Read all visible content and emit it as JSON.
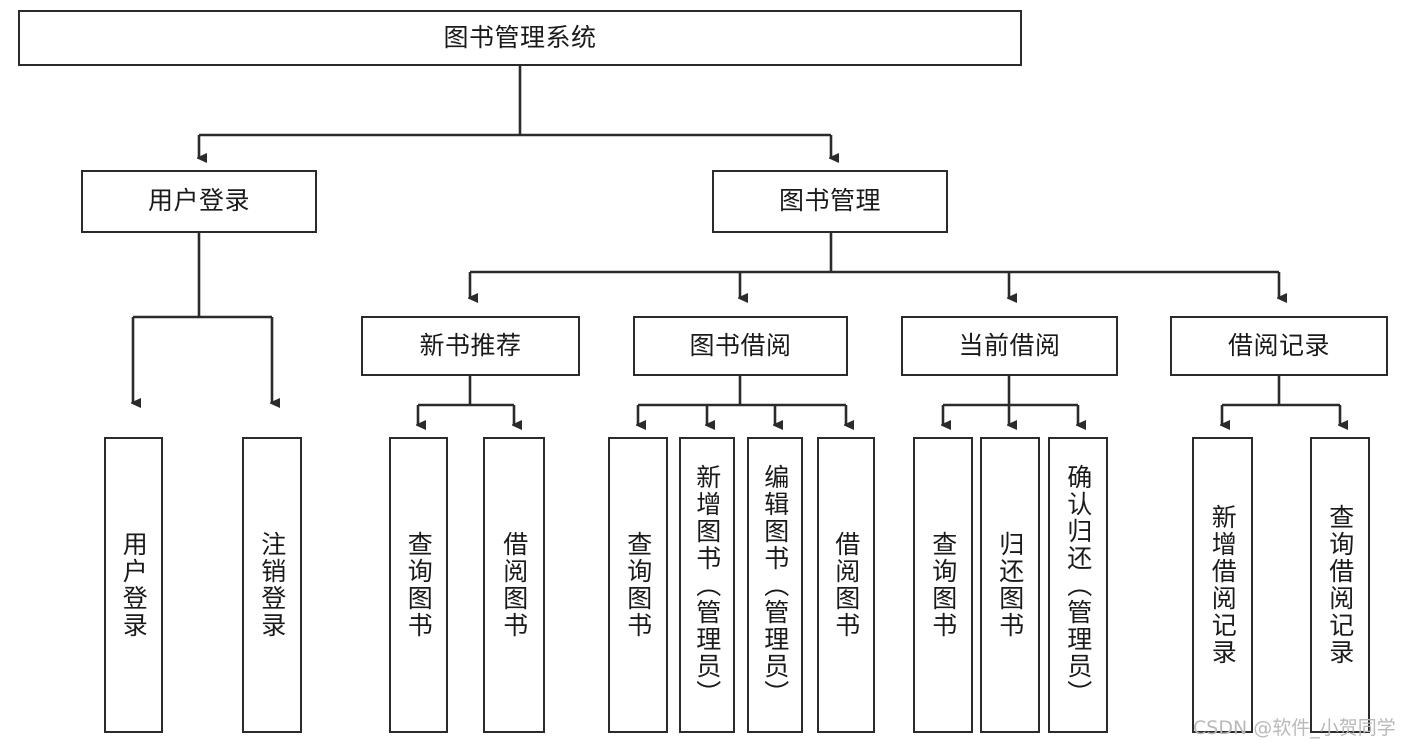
{
  "diagram": {
    "title": "图书管理系统",
    "type": "tree-hierarchy-chart",
    "watermark": "CSDN @软件_小贺同学",
    "colors": {
      "stroke": "#2b2b2b",
      "fill": "#ffffff",
      "text": "#1a1a1a",
      "watermark": "#b9b9b9"
    },
    "nodes": {
      "root": {
        "label": "图书管理系统"
      },
      "level2": [
        {
          "id": "user-login",
          "label": "用户登录"
        },
        {
          "id": "book-manage",
          "label": "图书管理"
        }
      ],
      "level3": [
        {
          "id": "new-book-recommend",
          "label": "新书推荐"
        },
        {
          "id": "book-borrow",
          "label": "图书借阅"
        },
        {
          "id": "current-borrow",
          "label": "当前借阅"
        },
        {
          "id": "borrow-record",
          "label": "借阅记录"
        }
      ],
      "leaves": [
        {
          "id": "leaf-user-login",
          "label": "用户登录",
          "parent": "user-login"
        },
        {
          "id": "leaf-logout-login",
          "label": "注销登录",
          "parent": "user-login"
        },
        {
          "id": "leaf-query-book-1",
          "label": "查询图书",
          "parent": "new-book-recommend"
        },
        {
          "id": "leaf-borrow-book-1",
          "label": "借阅图书",
          "parent": "new-book-recommend"
        },
        {
          "id": "leaf-query-book-2",
          "label": "查询图书",
          "parent": "book-borrow"
        },
        {
          "id": "leaf-add-book",
          "label": "新增图书（管理员）",
          "parent": "book-borrow"
        },
        {
          "id": "leaf-edit-book",
          "label": "编辑图书（管理员）",
          "parent": "book-borrow"
        },
        {
          "id": "leaf-borrow-book-2",
          "label": "借阅图书",
          "parent": "book-borrow"
        },
        {
          "id": "leaf-query-book-3",
          "label": "查询图书",
          "parent": "current-borrow"
        },
        {
          "id": "leaf-return-book",
          "label": "归还图书",
          "parent": "current-borrow"
        },
        {
          "id": "leaf-confirm-return",
          "label": "确认归还（管理员）",
          "parent": "current-borrow"
        },
        {
          "id": "leaf-add-record",
          "label": "新增借阅记录",
          "parent": "borrow-record"
        },
        {
          "id": "leaf-query-record",
          "label": "查询借阅记录",
          "parent": "borrow-record"
        }
      ]
    }
  }
}
